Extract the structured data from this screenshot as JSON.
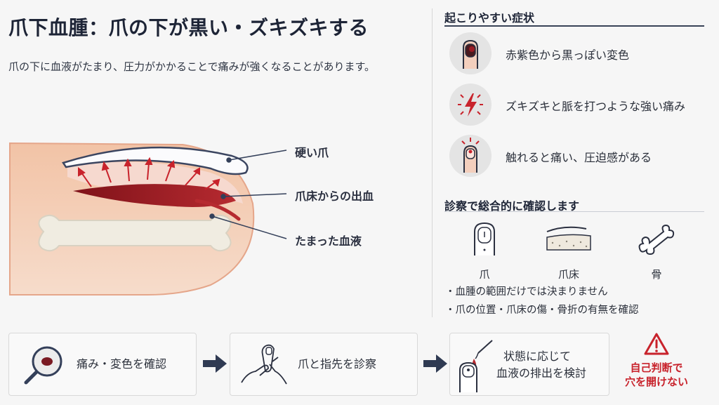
{
  "header": {
    "title": "爪下血腫：爪の下が黒い・ズキズキする",
    "subtitle": "爪の下に血液がたまり、圧力がかかることで痛みが強くなることがあります。"
  },
  "illustration": {
    "callouts": [
      "硬い爪",
      "爪床からの出血",
      "たまった血液"
    ]
  },
  "symptoms": {
    "title": "起こりやすい症状",
    "items": [
      {
        "icon": "dark-nail-icon",
        "text": "赤紫色から黒っぽい変色"
      },
      {
        "icon": "throbbing-pain-icon",
        "text": "ズキズキと脈を打つような強い痛み"
      },
      {
        "icon": "pressure-finger-icon",
        "text": "触れると痛い、圧迫感がある"
      }
    ]
  },
  "exam": {
    "title": "診察で総合的に確認します",
    "items": [
      {
        "icon": "nail-icon",
        "label": "爪"
      },
      {
        "icon": "nail-bed-icon",
        "label": "爪床"
      },
      {
        "icon": "bone-icon",
        "label": "骨"
      }
    ],
    "notes": [
      "・血腫の範囲だけでは決まりません",
      "・爪の位置・爪床の傷・骨折の有無を確認"
    ]
  },
  "flow": {
    "steps": [
      {
        "icon": "magnifier-icon",
        "lines": [
          "痛み・変色を確認"
        ]
      },
      {
        "icon": "hands-examining-icon",
        "lines": [
          "爪と指先を診察"
        ]
      },
      {
        "icon": "drainage-icon",
        "lines": [
          "状態に応じて",
          "血液の排出を検討"
        ]
      }
    ],
    "warning": {
      "icon": "warning-icon",
      "lines": [
        "自己判断で",
        "穴を開けない"
      ]
    }
  },
  "colors": {
    "title": "#1d2436",
    "accent_red": "#c8232c",
    "blood": "#9b1b24",
    "skin": "#f3c9ad",
    "arrow_navy": "#2f3a52"
  }
}
